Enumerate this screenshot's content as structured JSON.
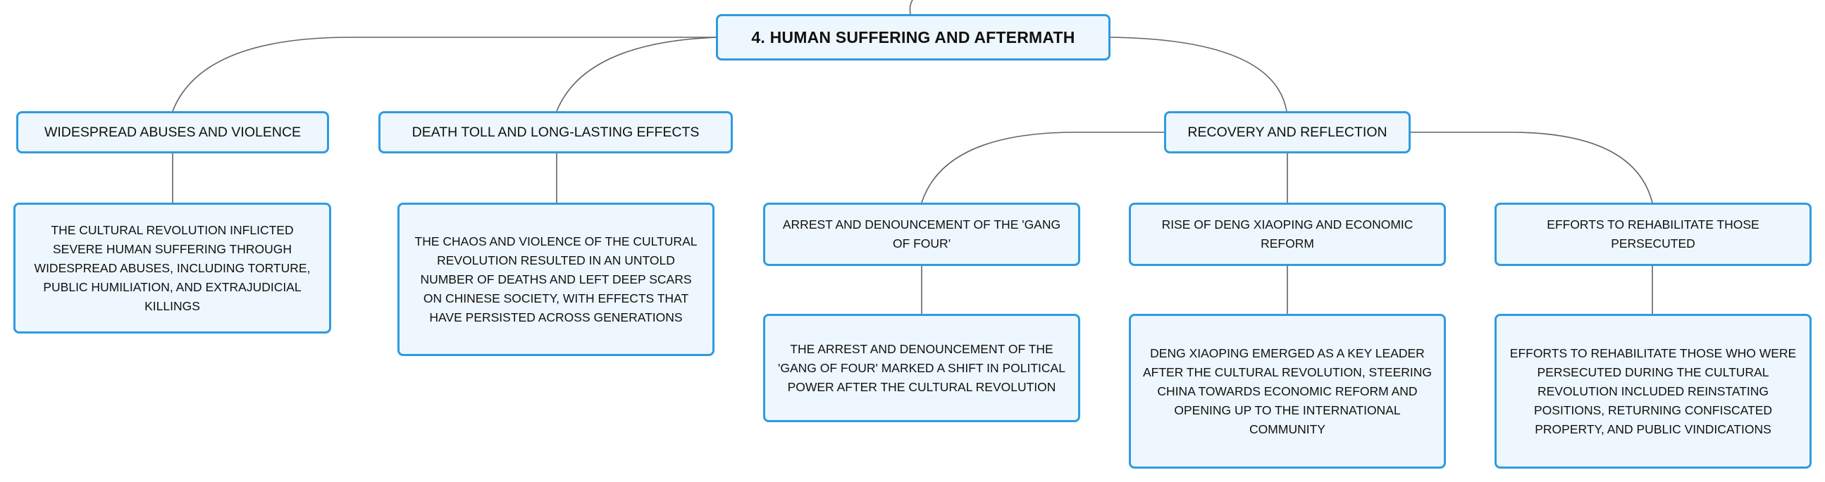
{
  "diagram": {
    "colors": {
      "node_border": "#2f9be0",
      "node_fill": "#eef7fd",
      "connector": "#5f6468",
      "text": "#111111"
    },
    "root": {
      "label": "4. HUMAN SUFFERING AND AFTERMATH"
    },
    "branches": [
      {
        "label": "WIDESPREAD ABUSES AND VIOLENCE",
        "detail": "THE CULTURAL REVOLUTION INFLICTED SEVERE HUMAN SUFFERING THROUGH WIDESPREAD ABUSES, INCLUDING TORTURE, PUBLIC HUMILIATION, AND EXTRAJUDICIAL KILLINGS"
      },
      {
        "label": "DEATH TOLL AND LONG-LASTING EFFECTS",
        "detail": "THE CHAOS AND VIOLENCE OF THE CULTURAL REVOLUTION RESULTED IN AN UNTOLD NUMBER OF DEATHS AND LEFT DEEP SCARS ON CHINESE SOCIETY, WITH EFFECTS THAT HAVE PERSISTED ACROSS GENERATIONS"
      },
      {
        "label": "RECOVERY AND REFLECTION",
        "children": [
          {
            "label": "ARREST AND DENOUNCEMENT OF THE 'GANG OF FOUR'",
            "detail": "THE ARREST AND DENOUNCEMENT OF THE 'GANG OF FOUR' MARKED A SHIFT IN POLITICAL POWER AFTER THE CULTURAL REVOLUTION"
          },
          {
            "label": "RISE OF DENG XIAOPING AND ECONOMIC REFORM",
            "detail": "DENG XIAOPING EMERGED AS A KEY LEADER AFTER THE CULTURAL REVOLUTION, STEERING CHINA TOWARDS ECONOMIC REFORM AND OPENING UP TO THE INTERNATIONAL COMMUNITY"
          },
          {
            "label": "EFFORTS TO REHABILITATE THOSE PERSECUTED",
            "detail": "EFFORTS TO REHABILITATE THOSE WHO WERE PERSECUTED DURING THE CULTURAL REVOLUTION INCLUDED REINSTATING POSITIONS, RETURNING CONFISCATED PROPERTY, AND PUBLIC VINDICATIONS"
          }
        ]
      }
    ]
  }
}
